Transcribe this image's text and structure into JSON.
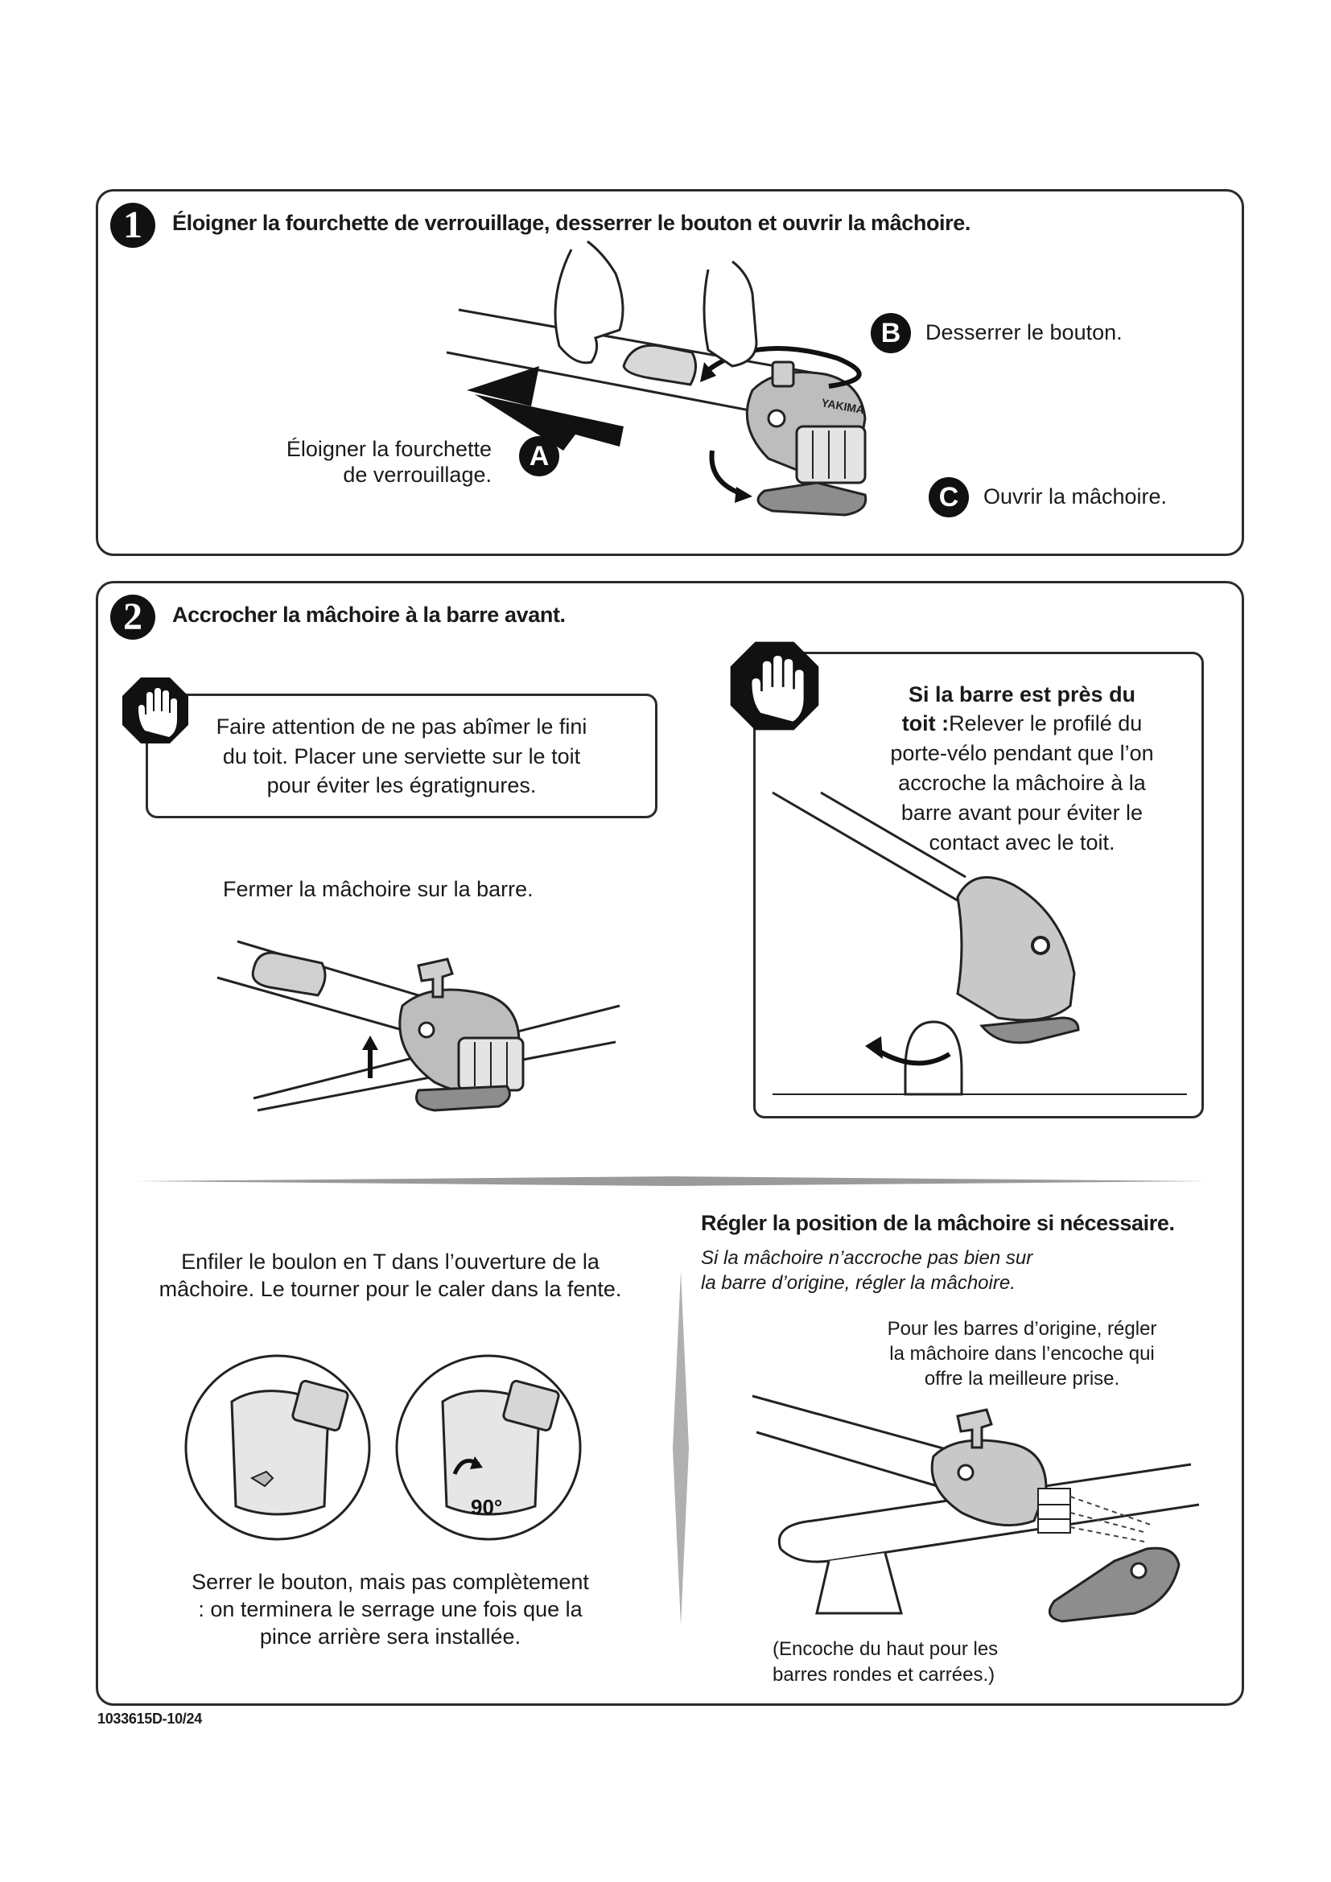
{
  "step1": {
    "number": "1",
    "title": "Éloigner la fourchette de verrouillage, desserrer le bouton et ouvrir la mâchoire.",
    "callout_a": {
      "letter": "A",
      "text_line1": "Éloigner la fourchette",
      "text_line2": "de verrouillage."
    },
    "callout_b": {
      "letter": "B",
      "text": "Desserrer le bouton."
    },
    "callout_c": {
      "letter": "C",
      "text": "Ouvrir la mâchoire."
    },
    "brand_mark": "YAKIMA"
  },
  "step2": {
    "number": "2",
    "title": "Accrocher la mâchoire à la barre avant.",
    "caution_left": {
      "line1": "Faire attention de ne pas abîmer le fini",
      "line2": "du toit. Placer une serviette sur le toit",
      "line3": "pour éviter les égratignures."
    },
    "caution_right": {
      "bold_line1": "Si la barre est près du",
      "bold_line2_start": "toit :",
      "line2_rest": "Relever le profilé du",
      "line3": "porte-vélo pendant que l’on",
      "line4": "accroche la mâchoire à la",
      "line5": "barre avant pour éviter le",
      "line6": "contact avec le toit."
    },
    "close_jaw": "Fermer la mâchoire sur la barre.",
    "tbolt": {
      "line1": "Enfiler le boulon en T dans l’ouverture de la",
      "line2": "mâchoire. Le tourner pour le caler dans la fente."
    },
    "rotation_label": "90°",
    "tighten": {
      "line1": "Serrer le bouton, mais pas complètement",
      "line2": ": on terminera le serrage une fois que la",
      "line3": "pince arrière sera installée."
    },
    "adjust_title": "Régler la position de la mâchoire si nécessaire.",
    "adjust_italic": {
      "line1": "Si la mâchoire n’accroche pas bien sur",
      "line2": "la barre d’origine, régler la mâchoire."
    },
    "factory_bars": {
      "line1": "Pour les barres d’origine, régler",
      "line2": "la mâchoire dans l’encoche qui",
      "line3": "offre la meilleure prise."
    },
    "top_notch": {
      "line1": "(Encoche du haut pour les",
      "line2": "barres rondes et carrées.)"
    }
  },
  "footer": {
    "doc_code": "1033615D-10/24"
  }
}
